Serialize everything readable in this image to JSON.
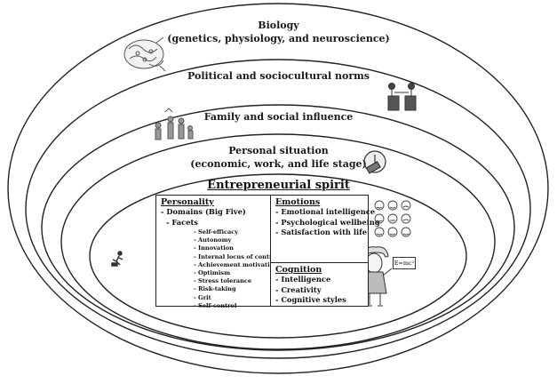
{
  "rings": [
    {
      "label_line1": "Biology",
      "label_line2": "(genetics, physiology, and neuroscience)"
    },
    {
      "label_line1": "Political and sociocultural norms"
    },
    {
      "label_line1": "Family and social influence"
    },
    {
      "label_line1": "Personal situation",
      "label_line2": "(economic, work, and life stage)"
    }
  ],
  "center_title": "Entrepreneurial spirit",
  "personality": {
    "heading": "Personality",
    "items": [
      "- Domains (Big Five)",
      "- Facets"
    ],
    "facets": [
      "- Self-efficacy",
      "- Autonomy",
      "- Innovation",
      "- Internal locus of control",
      "- Achievement motivation",
      "- Optimism",
      "- Stress tolerance",
      "- Risk-taking",
      "- Grit",
      "- Self-control"
    ]
  },
  "emotions": {
    "heading": "Emotions",
    "items": [
      "- Emotional intelligence",
      "- Psychological wellbeing",
      "- Satisfaction with life"
    ]
  },
  "cognition": {
    "heading": "Cognition",
    "items": [
      "- Intelligence",
      "- Creativity",
      "- Cognitive styles"
    ]
  },
  "equation_text": "E=mc²",
  "icons": [
    "brain-dna-icon",
    "politicians-handshake-icon",
    "family-group-icon",
    "clock-money-icon",
    "runner-icon",
    "head-profile-icon",
    "fist-icon",
    "emoji-faces-icon",
    "einstein-icon"
  ]
}
